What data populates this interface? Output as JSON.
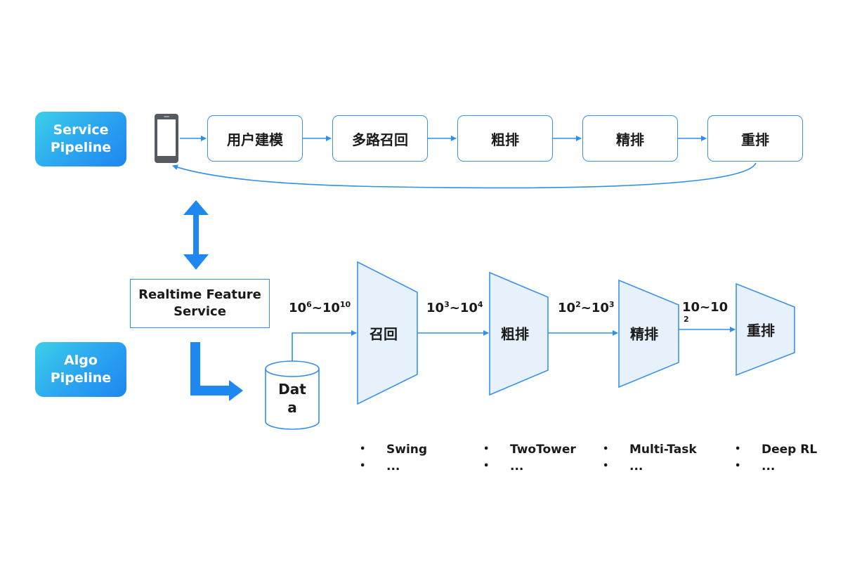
{
  "service_pipeline": {
    "label_line1": "Service",
    "label_line2": "Pipeline",
    "stages": [
      "用户建模",
      "多路召回",
      "粗排",
      "精排",
      "重排"
    ]
  },
  "algo_pipeline": {
    "label_line1": "Algo",
    "label_line2": "Pipeline",
    "feature_service_line1": "Realtime Feature",
    "feature_service_line2": "Service",
    "data_line1": "Dat",
    "data_line2": "a",
    "funnels": [
      "召回",
      "粗排",
      "精排",
      "重排"
    ],
    "scales": [
      {
        "base1": "10",
        "exp1": "6",
        "sep": "~",
        "base2": "10",
        "exp2": "10"
      },
      {
        "base1": "10",
        "exp1": "3",
        "sep": "~",
        "base2": "10",
        "exp2": "4"
      },
      {
        "base1": "10",
        "exp1": "2",
        "sep": "~",
        "base2": "10",
        "exp2": "3"
      },
      {
        "text": "10~10",
        "sub": "2"
      }
    ],
    "models": [
      [
        "Swing",
        "..."
      ],
      [
        "TwoTower",
        "..."
      ],
      [
        "Multi-Task",
        "..."
      ],
      [
        "Deep RL",
        "..."
      ]
    ],
    "bullet": "•"
  },
  "colors": {
    "accent": "#2f8fee",
    "arrow_blue": "#1f87f0",
    "funnel_fill": "#e7f1fb",
    "funnel_stroke": "#3a92ee",
    "pill_gradient_start": "#3ccfe8",
    "pill_gradient_end": "#1f86ef"
  },
  "icons": [
    "smartphone-icon",
    "bidirectional-arrow-icon",
    "bent-arrow-icon",
    "database-icon"
  ]
}
